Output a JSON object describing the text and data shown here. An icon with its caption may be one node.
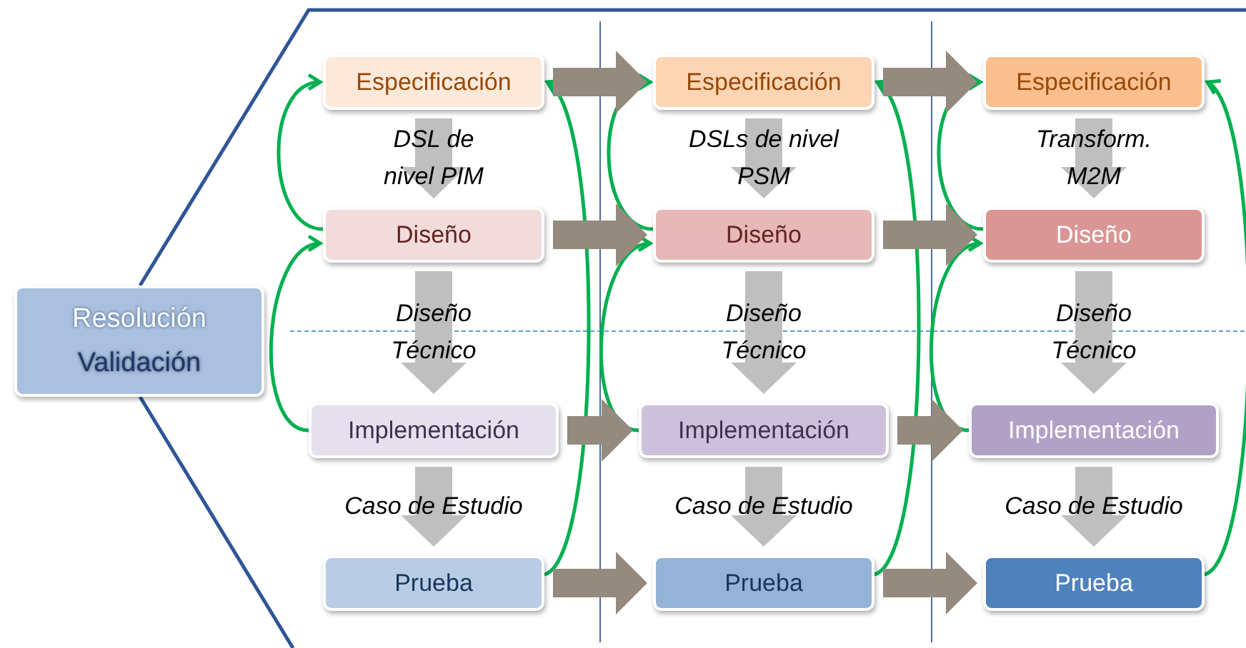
{
  "diagram": {
    "nodes": [
      {
        "text": [
          "Resolución",
          "Validación"
        ]
      },
      {
        "text": [
          "Especificación"
        ]
      },
      {
        "text": [
          "Diseño"
        ]
      },
      {
        "text": [
          "Implementación"
        ]
      },
      {
        "text": [
          "Prueba"
        ]
      },
      {
        "text": [
          "Especificación"
        ]
      },
      {
        "text": [
          "Diseño"
        ]
      },
      {
        "text": [
          "Implementación"
        ]
      },
      {
        "text": [
          "Prueba"
        ]
      },
      {
        "text": [
          "Especificación"
        ]
      },
      {
        "text": [
          "Diseño"
        ]
      },
      {
        "text": [
          "Implementación"
        ]
      },
      {
        "text": [
          "Prueba"
        ]
      }
    ],
    "edges": [
      {
        "from": 1,
        "to": 2,
        "arrow": "to",
        "label": "DSL de nivel PIM",
        "color": "#bfbfbf"
      },
      {
        "from": 2,
        "to": 3,
        "arrow": "to",
        "label": "Diseño Técnico",
        "color": "#bfbfbf"
      },
      {
        "from": 3,
        "to": 4,
        "arrow": "to",
        "label": "Caso de Estudio",
        "color": "#bfbfbf"
      },
      {
        "from": 2,
        "to": 1,
        "arrow": "to",
        "color": "#00b050"
      },
      {
        "from": 3,
        "to": 2,
        "arrow": "to",
        "color": "#00b050"
      },
      {
        "from": 4,
        "to": 1,
        "arrow": "to",
        "color": "#00b050"
      },
      {
        "from": 5,
        "to": 6,
        "arrow": "to",
        "label": "DSLs de nivel PSM",
        "color": "#bfbfbf"
      },
      {
        "from": 6,
        "to": 7,
        "arrow": "to",
        "label": "Diseño Técnico",
        "color": "#bfbfbf"
      },
      {
        "from": 7,
        "to": 8,
        "arrow": "to",
        "label": "Caso de Estudio",
        "color": "#bfbfbf"
      },
      {
        "from": 6,
        "to": 5,
        "arrow": "to",
        "color": "#00b050"
      },
      {
        "from": 7,
        "to": 6,
        "arrow": "to",
        "color": "#00b050"
      },
      {
        "from": 8,
        "to": 5,
        "arrow": "to",
        "color": "#00b050"
      },
      {
        "from": 9,
        "to": 10,
        "arrow": "to",
        "label": "Transform. M2M",
        "color": "#bfbfbf"
      },
      {
        "from": 10,
        "to": 11,
        "arrow": "to",
        "label": "Diseño Técnico",
        "color": "#bfbfbf"
      },
      {
        "from": 11,
        "to": 12,
        "arrow": "to",
        "label": "Caso de Estudio",
        "color": "#bfbfbf"
      },
      {
        "from": 10,
        "to": 9,
        "arrow": "to",
        "color": "#00b050"
      },
      {
        "from": 11,
        "to": 10,
        "arrow": "to",
        "color": "#00b050"
      },
      {
        "from": 12,
        "to": 9,
        "arrow": "to",
        "color": "#00b050"
      },
      {
        "from": 1,
        "to": 5,
        "arrow": "to",
        "color": "#948a7e"
      },
      {
        "from": 2,
        "to": 6,
        "arrow": "to",
        "color": "#948a7e"
      },
      {
        "from": 3,
        "to": 7,
        "arrow": "to",
        "color": "#948a7e"
      },
      {
        "from": 4,
        "to": 8,
        "arrow": "to",
        "color": "#948a7e"
      },
      {
        "from": 5,
        "to": 9,
        "arrow": "to",
        "color": "#948a7e"
      },
      {
        "from": 6,
        "to": 10,
        "arrow": "to",
        "color": "#948a7e"
      },
      {
        "from": 7,
        "to": 11,
        "arrow": "to",
        "color": "#948a7e"
      },
      {
        "from": 8,
        "to": 12,
        "arrow": "to",
        "color": "#948a7e"
      }
    ]
  }
}
